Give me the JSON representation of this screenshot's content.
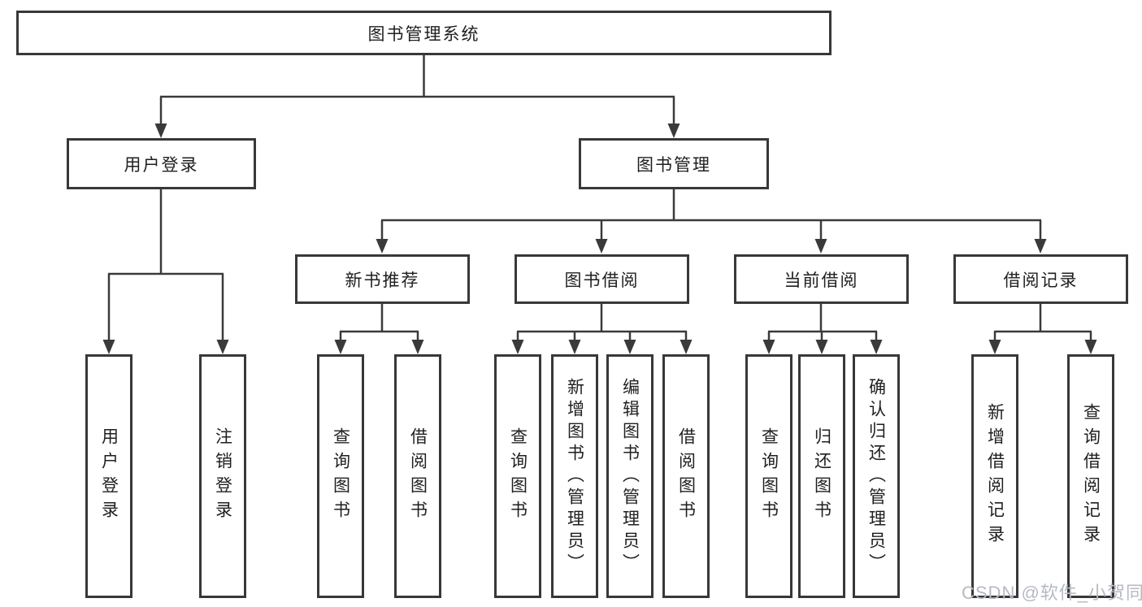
{
  "diagram": {
    "root_label": "图书管理系统",
    "level2": [
      {
        "label": "用户登录",
        "children": [
          {
            "label": "用户登录"
          },
          {
            "label": "注销登录"
          }
        ]
      },
      {
        "label": "图书管理",
        "sections": [
          {
            "label": "新书推荐",
            "children": [
              {
                "label": "查询图书"
              },
              {
                "label": "借阅图书"
              }
            ]
          },
          {
            "label": "图书借阅",
            "children": [
              {
                "label": "查询图书"
              },
              {
                "label": "新增图书（管理员）"
              },
              {
                "label": "编辑图书（管理员）"
              },
              {
                "label": "借阅图书"
              }
            ]
          },
          {
            "label": "当前借阅",
            "children": [
              {
                "label": "查询图书"
              },
              {
                "label": "归还图书"
              },
              {
                "label": "确认归还（管理员）"
              }
            ]
          },
          {
            "label": "借阅记录",
            "children": [
              {
                "label": "新增借阅记录"
              },
              {
                "label": "查询借阅记录"
              }
            ]
          }
        ]
      }
    ],
    "colors": {
      "line": "#3a3a3a",
      "box_border": "#383838",
      "box_fill": "#ffffff",
      "text": "#1f1f1f",
      "watermark": "#b6bac1"
    }
  },
  "watermark": {
    "text": "CSDN @软件_小贺同学"
  }
}
